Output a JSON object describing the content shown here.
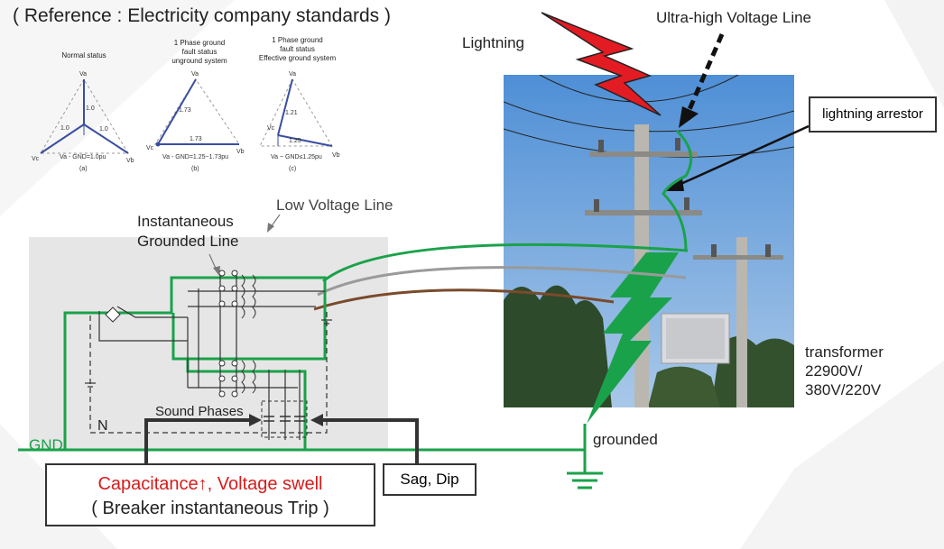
{
  "reference_title": "( Reference : Electricity company standards )",
  "phasor_a": {
    "title": "Normal status",
    "va": "Va",
    "vb": "Vb",
    "vc": "Vc",
    "v1": "1.0",
    "v2": "1.0",
    "v3": "1.0",
    "formula": "Va - GND=1.0pu",
    "tag": "(a)"
  },
  "phasor_b": {
    "title_line1": "1 Phase ground",
    "title_line2": "fault status",
    "title_line3": "unground system",
    "va": "Va",
    "vb": "Vb",
    "vc": "Vc",
    "v1": "1.73",
    "v2": "1.73",
    "formula": "Va - GND=1.25~1.73pu",
    "tag": "(b)"
  },
  "phasor_c": {
    "title_line1": "1 Phase ground",
    "title_line2": "fault status",
    "title_line3": "Effective ground system",
    "va": "Va",
    "vb": "Vb",
    "vc": "Vc",
    "v1": "1.21",
    "v2": "1.25",
    "formula": "Va ~ GND≤1.25pu",
    "tag": "(c)"
  },
  "labels": {
    "lightning": "Lightning",
    "uhv_line": "Ultra-high Voltage Line",
    "lightning_arrestor": "lightning arrestor",
    "low_voltage_line": "Low Voltage Line",
    "instantaneous_line1": "Instantaneous",
    "instantaneous_line2": "Grounded Line",
    "transformer_line1": "transformer",
    "transformer_line2": "22900V/",
    "transformer_line3": "380V/220V",
    "grounded": "grounded",
    "gnd": "GND",
    "n": "N",
    "sound_phases": "Sound Phases",
    "capacitance": "Capacitance↑, Voltage swell",
    "breaker": "( Breaker instantaneous Trip )",
    "sag_dip": "Sag, Dip"
  },
  "colors": {
    "green": "#1aa24a",
    "red": "#e31b23",
    "gray_wire": "#9a9a9a",
    "brown_wire": "#7a4a2a",
    "phasor": "#3a4ea0"
  }
}
